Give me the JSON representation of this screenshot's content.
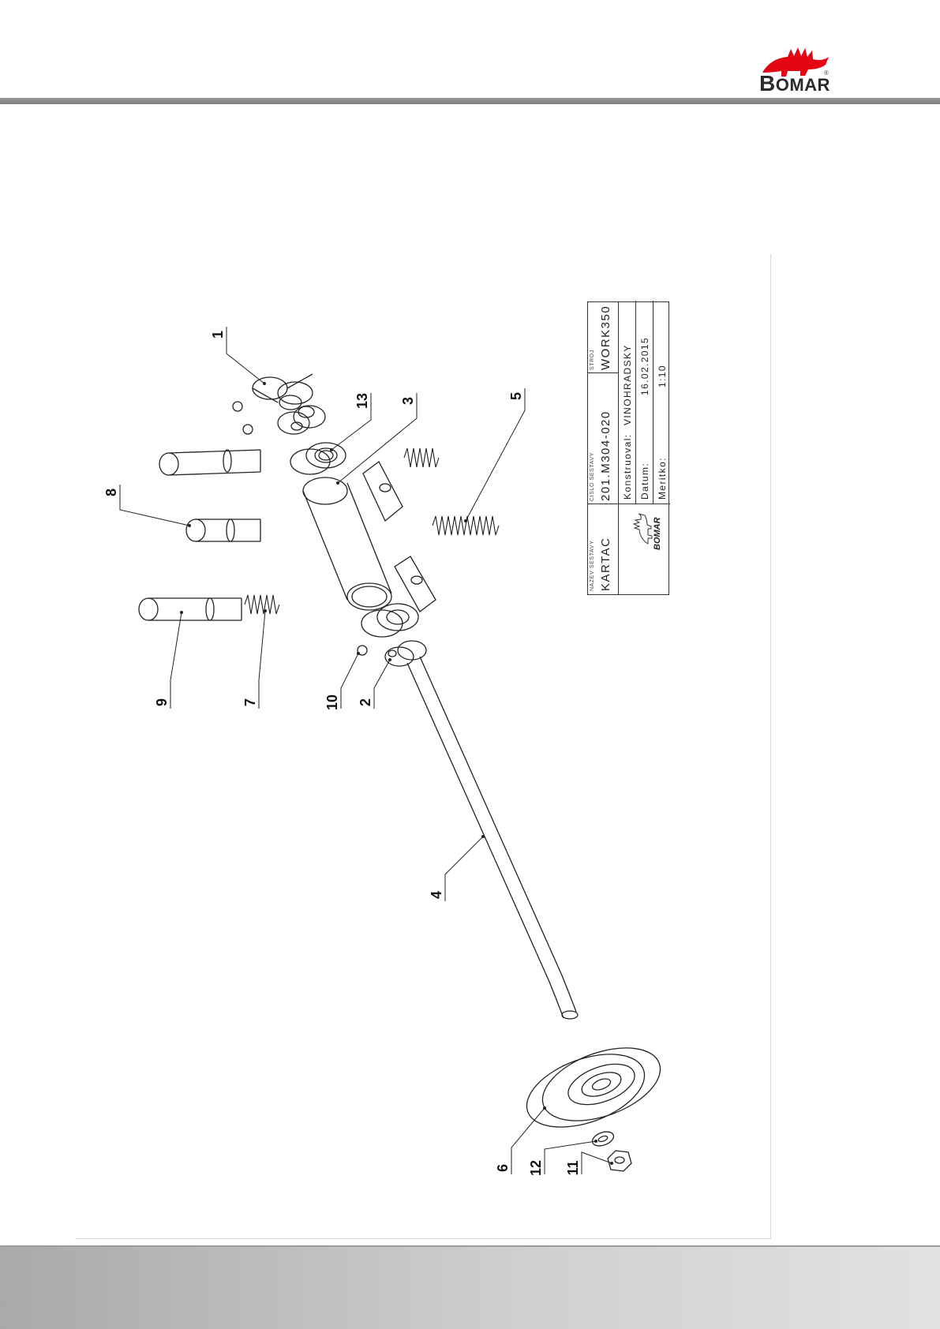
{
  "header": {
    "brand_first": "B",
    "brand_rest": "OMAR",
    "reg_mark": "®",
    "logo_color": "#e30613",
    "rule_color": "#8a8a8a"
  },
  "callouts": [
    "1",
    "13",
    "3",
    "5",
    "8",
    "9",
    "7",
    "10",
    "2",
    "4",
    "6",
    "12",
    "11"
  ],
  "title_block": {
    "name_label": "NAZEV SESTAVY",
    "name_value": "KARTAC",
    "number_label": "CISLO SESTAVY",
    "number_value": "201.M304-020",
    "machine_label": "STROJ",
    "machine_value": "WORK350",
    "designer_label": "Konstruoval:",
    "designer_value": "VINOHRADSKY",
    "date_label": "Datum:",
    "date_value": "16.02.2015",
    "scale_label": "Meritko:",
    "scale_value": "1:10",
    "mini_logo": "BOMAR"
  },
  "footer": {
    "band_color": "#c8c8c8"
  }
}
